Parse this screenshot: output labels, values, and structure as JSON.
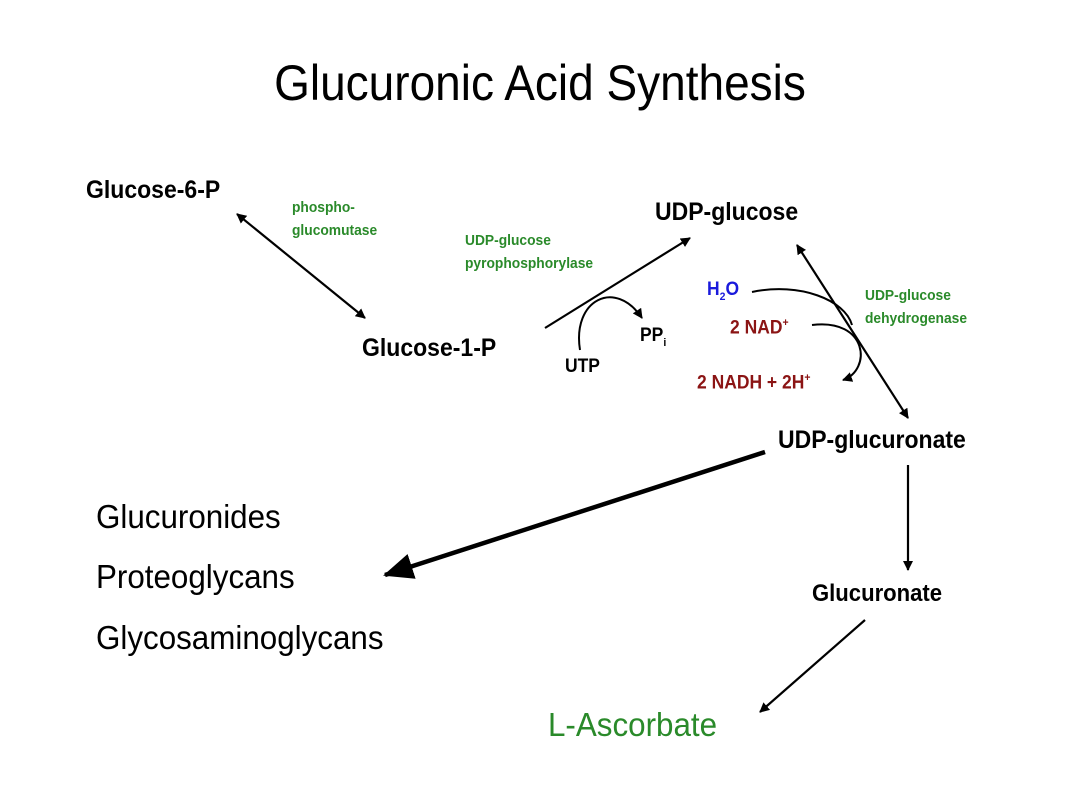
{
  "title": "Glucuronic Acid Synthesis",
  "metabolites": {
    "glucose_6_p": "Glucose-6-P",
    "glucose_1_p": "Glucose-1-P",
    "udp_glucose": "UDP-glucose",
    "udp_glucuronate": "UDP-glucuronate",
    "glucuronate": "Glucuronate",
    "l_ascorbate": "L-Ascorbate"
  },
  "products": [
    "Glucuronides",
    "Proteoglycans",
    "Glycosaminoglycans"
  ],
  "enzymes": {
    "phosphoglucomutase": [
      "phospho-",
      "glucomutase"
    ],
    "udp_glucose_pyrophosphorylase": [
      "UDP-glucose",
      "pyrophosphorylase"
    ],
    "udp_glucose_dehydrogenase": [
      "UDP-glucose",
      "dehydrogenase"
    ]
  },
  "cofactors": {
    "utp": "UTP",
    "ppi": {
      "base": "PP",
      "sub": "i"
    },
    "h2o": {
      "a": "H",
      "sub": "2",
      "b": "O"
    },
    "nad": {
      "base": "2 NAD",
      "sup": "+"
    },
    "nadh": {
      "base": "2 NADH + 2H",
      "sup": "+"
    }
  },
  "colors": {
    "text": "#000000",
    "enzyme": "#2a8a2a",
    "water": "#1a1adc",
    "nad": "#8b1414",
    "ascorbate": "#2a8a2a"
  }
}
